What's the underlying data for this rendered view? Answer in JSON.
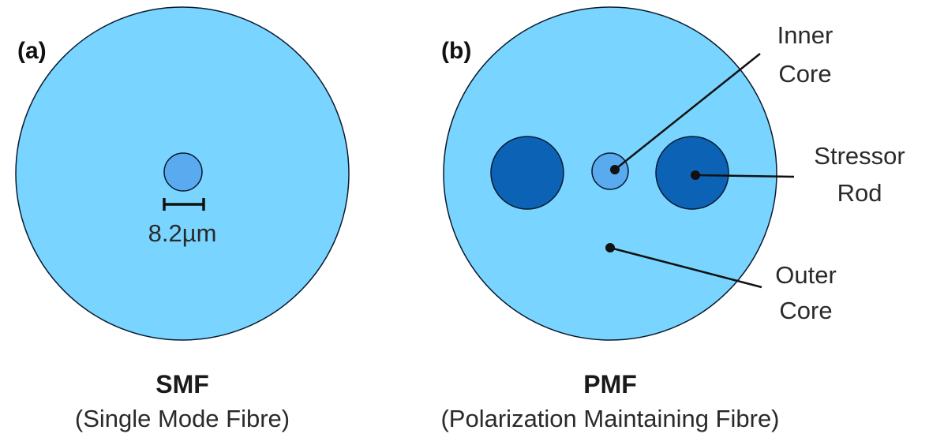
{
  "colors": {
    "cladding": "#79d5ff",
    "inner_core": "#5aaaf0",
    "stressor_rod": "#0c63b6",
    "outline": "#0a1a2e",
    "pointer": "#111111"
  },
  "panel_a": {
    "tag": "(a)",
    "core_size_label": "8.2µm",
    "title": "SMF",
    "subtitle": "(Single Mode Fibre)"
  },
  "panel_b": {
    "tag": "(b)",
    "labels": {
      "inner_core_line1": "Inner",
      "inner_core_line2": "Core",
      "stressor_rod_line1": "Stressor",
      "stressor_rod_line2": "Rod",
      "outer_core_line1": "Outer",
      "outer_core_line2": "Core"
    },
    "title": "PMF",
    "subtitle": "(Polarization Maintaining Fibre)"
  }
}
